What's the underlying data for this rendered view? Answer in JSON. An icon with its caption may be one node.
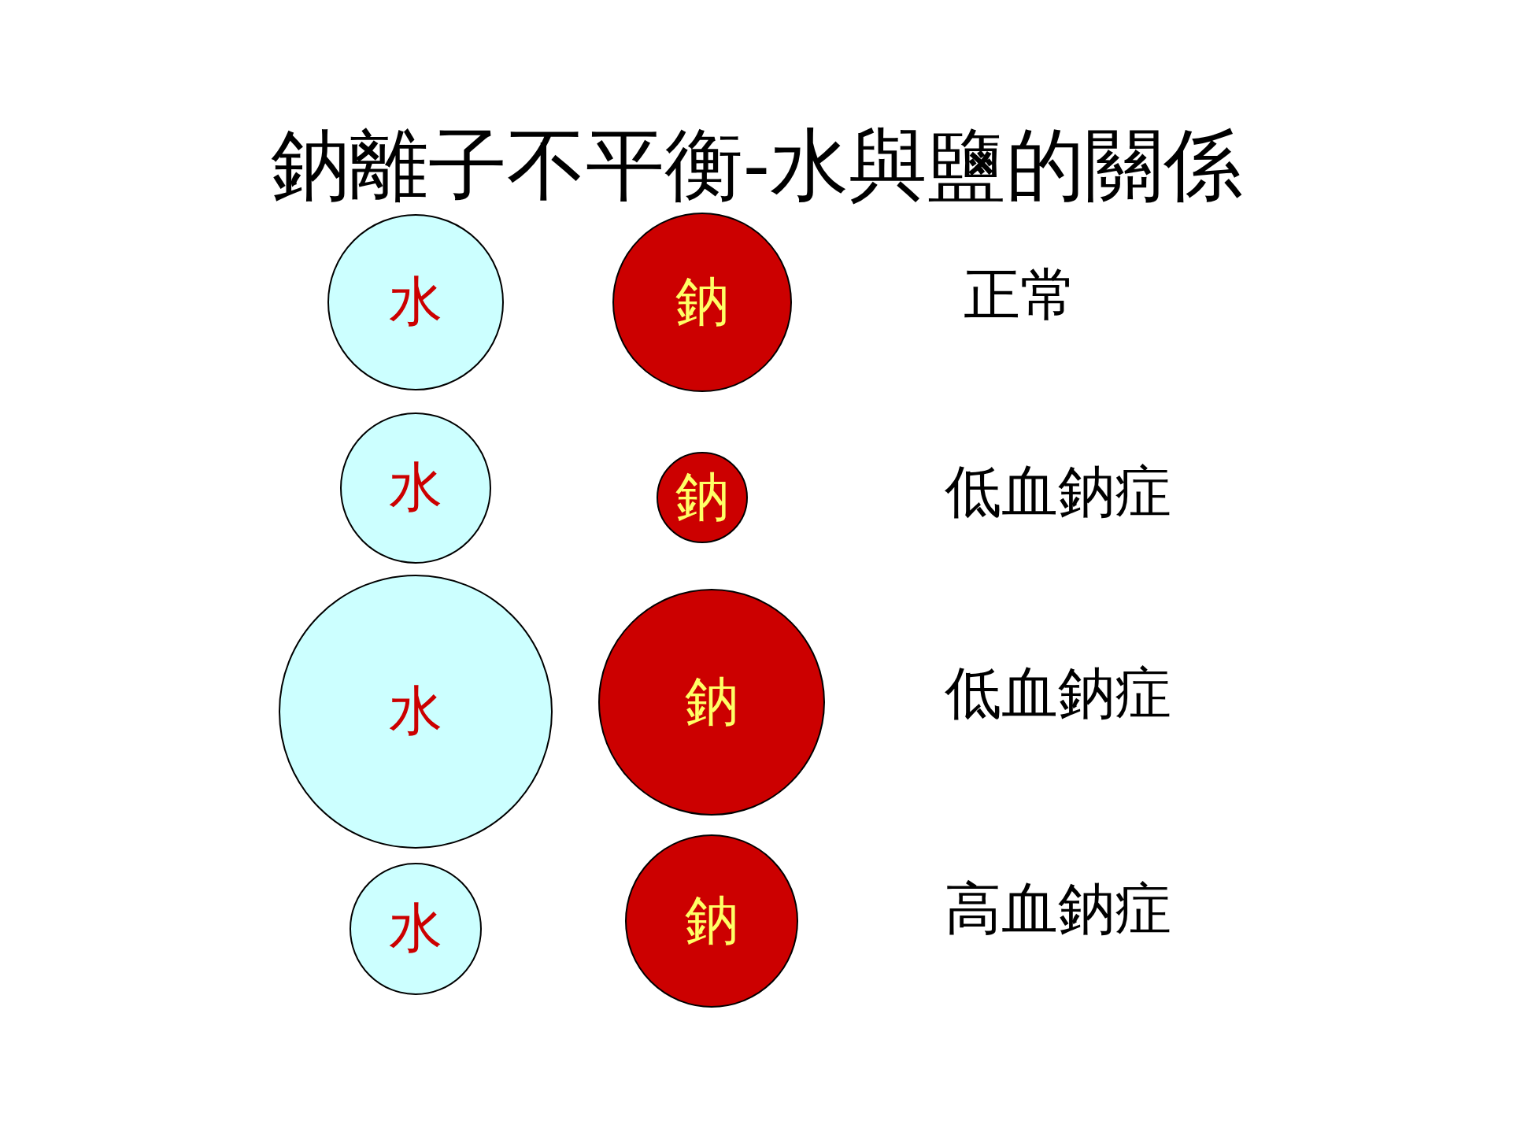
{
  "diagram": {
    "title": "鈉離子不平衡-水與鹽的關係",
    "nodes": [
      {
        "text": [
          "水"
        ]
      },
      {
        "text": [
          "鈉"
        ]
      },
      {
        "text": [
          "水"
        ]
      },
      {
        "text": [
          "鈉"
        ]
      },
      {
        "text": [
          "水"
        ]
      },
      {
        "text": [
          "鈉"
        ]
      },
      {
        "text": [
          "水"
        ]
      },
      {
        "text": [
          "鈉"
        ]
      }
    ],
    "edges": [],
    "labels": [
      "正常",
      "低血鈉症",
      "低血鈉症",
      "高血鈉症"
    ]
  }
}
